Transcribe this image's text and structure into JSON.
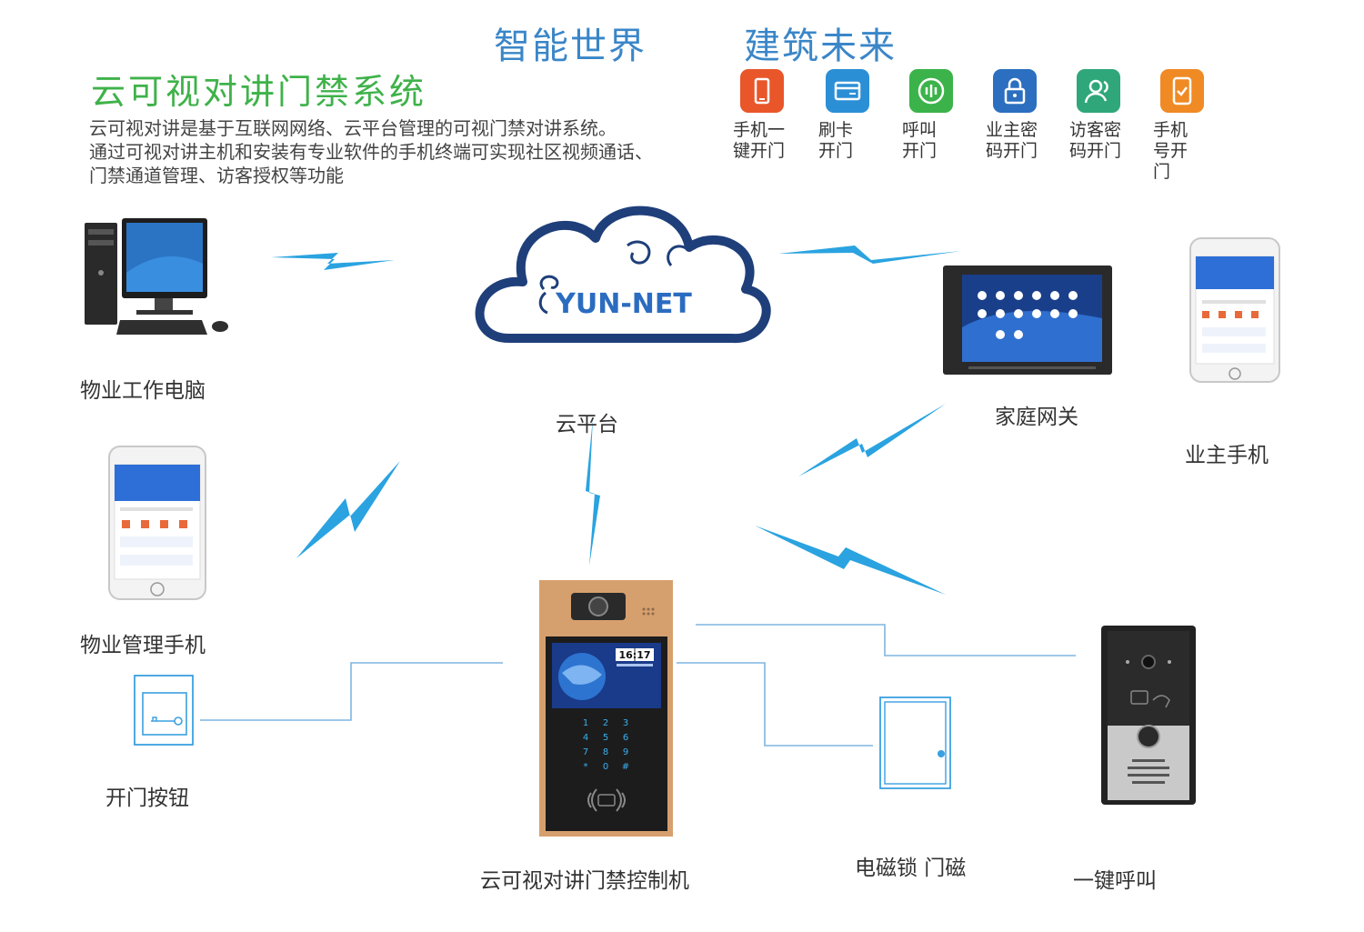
{
  "slogan": {
    "left": "智能世界",
    "right": "建筑未来"
  },
  "title": "云可视对讲门禁系统",
  "description": [
    "云可视对讲是基于互联网网络、云平台管理的可视门禁对讲系统。",
    "通过可视对讲主机和安装有专业软件的手机终端可实现社区视频通话、",
    "门禁通道管理、访客授权等功能"
  ],
  "features": [
    {
      "icon": "phone-icon",
      "color": "#e8562a",
      "line1": "手机一",
      "line2": "键开门",
      "line3": ""
    },
    {
      "icon": "card-icon",
      "color": "#2b8fd6",
      "line1": "刷卡",
      "line2": "开门",
      "line3": ""
    },
    {
      "icon": "voice-icon",
      "color": "#3bb34a",
      "line1": "呼叫",
      "line2": "开门",
      "line3": ""
    },
    {
      "icon": "lock-icon",
      "color": "#2c6fc0",
      "line1": "业主密",
      "line2": "码开门",
      "line3": ""
    },
    {
      "icon": "visitor-icon",
      "color": "#2fa77a",
      "line1": "访客密",
      "line2": "码开门",
      "line3": ""
    },
    {
      "icon": "mobile-check-icon",
      "color": "#f08a24",
      "line1": "手机",
      "line2": "号开",
      "line3": "门"
    }
  ],
  "cloud_text": "YUN-NET",
  "colors": {
    "accent_blue": "#3a86c8",
    "title_green": "#3fb24a",
    "bolt_blue": "#2aa3e0",
    "cloud_navy": "#1f3f7a"
  },
  "nodes": {
    "pc": "物业工作电脑",
    "cloud": "云平台",
    "gateway": "家庭网关",
    "owner_phone": "业主手机",
    "mgmt_phone": "物业管理手机",
    "exit_button": "开门按钮",
    "controller": "云可视对讲门禁控制机",
    "lock": "电磁锁 门磁",
    "one_key_call": "一键呼叫"
  },
  "controller_screen": {
    "time": "16:17",
    "keypad": [
      "1",
      "2",
      "3",
      "4",
      "5",
      "6",
      "7",
      "8",
      "9",
      "*",
      "0",
      "#"
    ]
  }
}
